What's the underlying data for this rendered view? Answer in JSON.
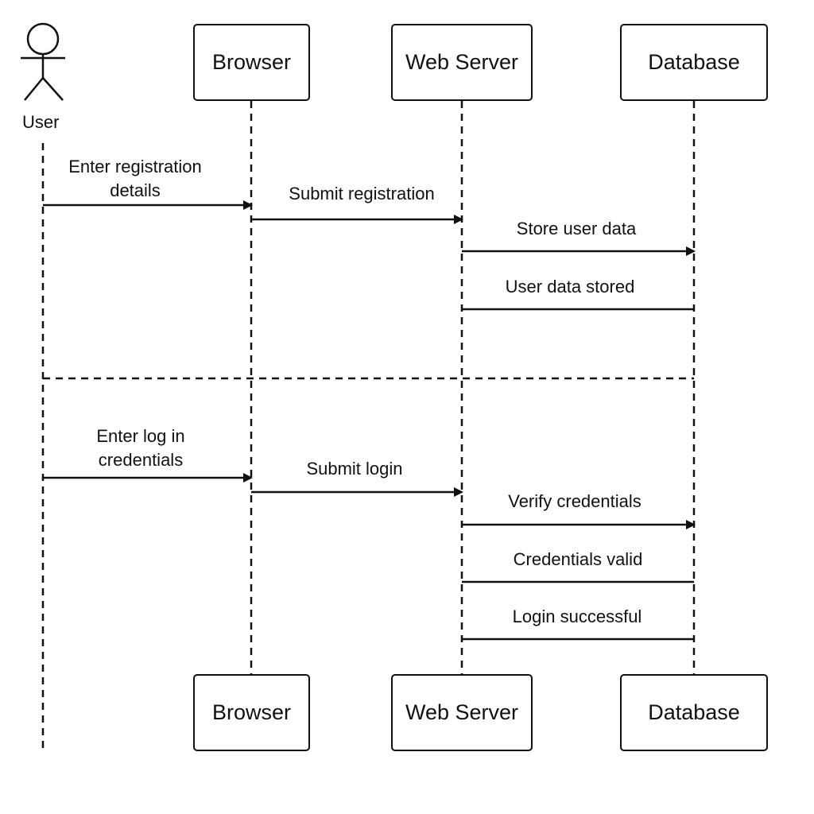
{
  "actor": {
    "label": "User"
  },
  "participants_top": [
    {
      "label": "Browser"
    },
    {
      "label": "Web Server"
    },
    {
      "label": "Database"
    }
  ],
  "participants_bottom": [
    {
      "label": "Browser"
    },
    {
      "label": "Web Server"
    },
    {
      "label": "Database"
    }
  ],
  "messages": [
    {
      "from": "User",
      "to": "Browser",
      "label_lines": [
        "Enter registration",
        "details"
      ],
      "arrowhead": "filled"
    },
    {
      "from": "Browser",
      "to": "Web Server",
      "label_lines": [
        "Submit registration"
      ],
      "arrowhead": "filled"
    },
    {
      "from": "Web Server",
      "to": "Database",
      "label_lines": [
        "Store user data"
      ],
      "arrowhead": "filled"
    },
    {
      "from": "Web Server",
      "to": "Database",
      "label_lines": [
        "User data stored"
      ],
      "arrowhead": "none"
    },
    {
      "from": "User",
      "to": "Browser",
      "label_lines": [
        "Enter log in",
        "credentials"
      ],
      "arrowhead": "filled"
    },
    {
      "from": "Browser",
      "to": "Web Server",
      "label_lines": [
        "Submit login"
      ],
      "arrowhead": "filled"
    },
    {
      "from": "Web Server",
      "to": "Database",
      "label_lines": [
        "Verify credentials"
      ],
      "arrowhead": "filled"
    },
    {
      "from": "Web Server",
      "to": "Database",
      "label_lines": [
        "Credentials valid"
      ],
      "arrowhead": "none"
    },
    {
      "from": "Web Server",
      "to": "Database",
      "label_lines": [
        "Login successful"
      ],
      "arrowhead": "none"
    }
  ],
  "separator": {
    "style": "dashed"
  },
  "colors": {
    "stroke": "#111111",
    "background": "#ffffff"
  }
}
